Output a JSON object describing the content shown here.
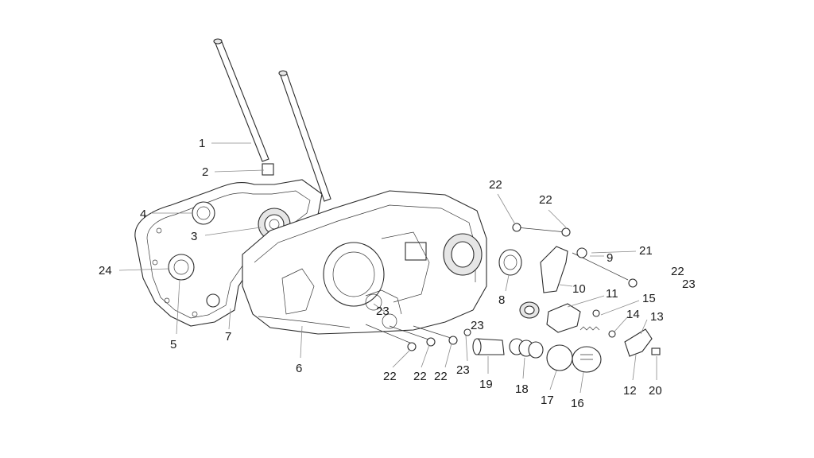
{
  "diagram": {
    "callouts": [
      "1",
      "2",
      "3",
      "4",
      "5",
      "6",
      "7",
      "8",
      "9",
      "10",
      "11",
      "12",
      "13",
      "14",
      "15",
      "16",
      "17",
      "18",
      "19",
      "20",
      "21",
      "22",
      "22",
      "22",
      "22",
      "22",
      "22",
      "23",
      "23",
      "23",
      "23",
      "24"
    ]
  }
}
